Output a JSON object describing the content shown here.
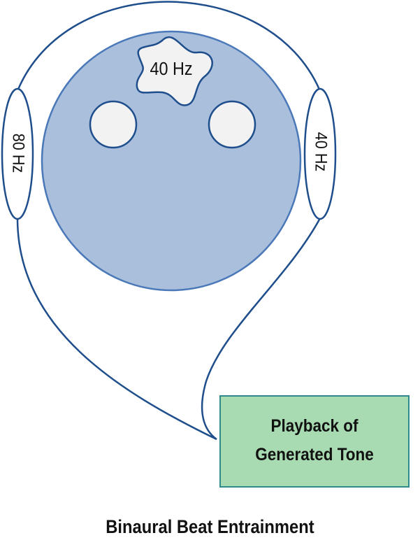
{
  "diagram": {
    "center_tone": "40 Hz",
    "left_ear_tone": "80 Hz",
    "right_ear_tone": "40 Hz",
    "source_box_line1": "Playback of",
    "source_box_line2": "Generated Tone",
    "caption": "Binaural Beat Entrainment"
  },
  "colors": {
    "outline": "#1f4e8c",
    "head_fill": "#a9bfdc",
    "head_stroke": "#4a78b8",
    "eye_fill": "#f2f2f2",
    "ear_fill": "#ffffff",
    "box_fill": "#a9dbb3",
    "box_stroke": "#2f8a8c"
  }
}
